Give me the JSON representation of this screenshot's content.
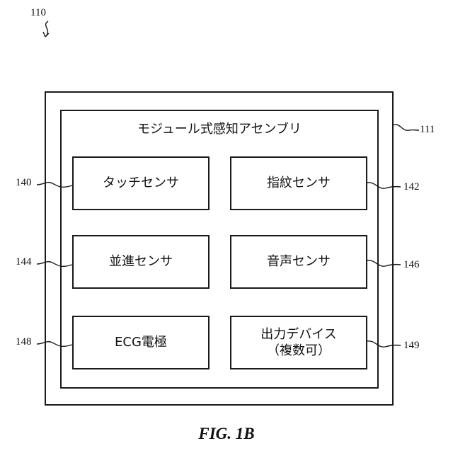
{
  "refs": {
    "r110": "110",
    "r111": "111",
    "r140": "140",
    "r142": "142",
    "r144": "144",
    "r146": "146",
    "r148": "148",
    "r149": "149"
  },
  "assembly": {
    "title": "モジュール式感知アセンブリ"
  },
  "modules": {
    "touch_sensor": "タッチセンサ",
    "fingerprint_sensor": "指紋センサ",
    "translation_sensor": "並進センサ",
    "audio_sensor": "音声センサ",
    "ecg_electrode": "ECG電極",
    "output_device_line1": "出力デバイス",
    "output_device_line2": "（複数可）"
  },
  "figure": {
    "caption": "FIG. 1B"
  }
}
